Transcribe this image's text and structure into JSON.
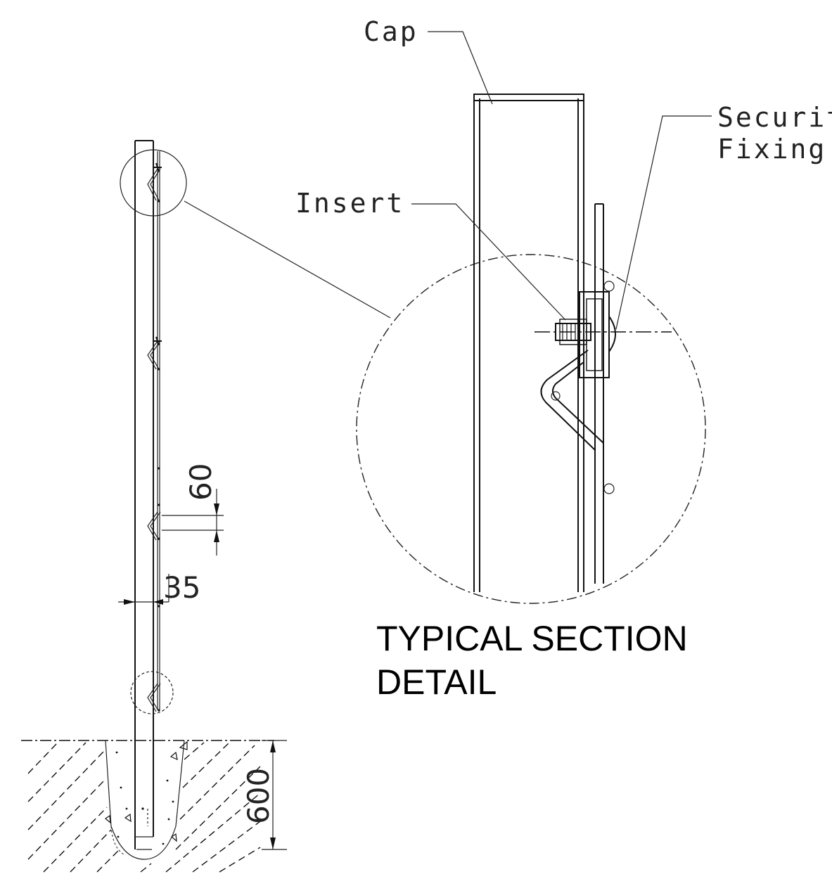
{
  "labels": {
    "cap": "Cap",
    "security_line1": "Security",
    "security_line2": "Fixing",
    "insert": "Insert"
  },
  "dimensions": {
    "pitch": "60",
    "offset": "35",
    "depth": "600"
  },
  "title": {
    "line1": "TYPICAL SECTION",
    "line2": "DETAIL"
  }
}
